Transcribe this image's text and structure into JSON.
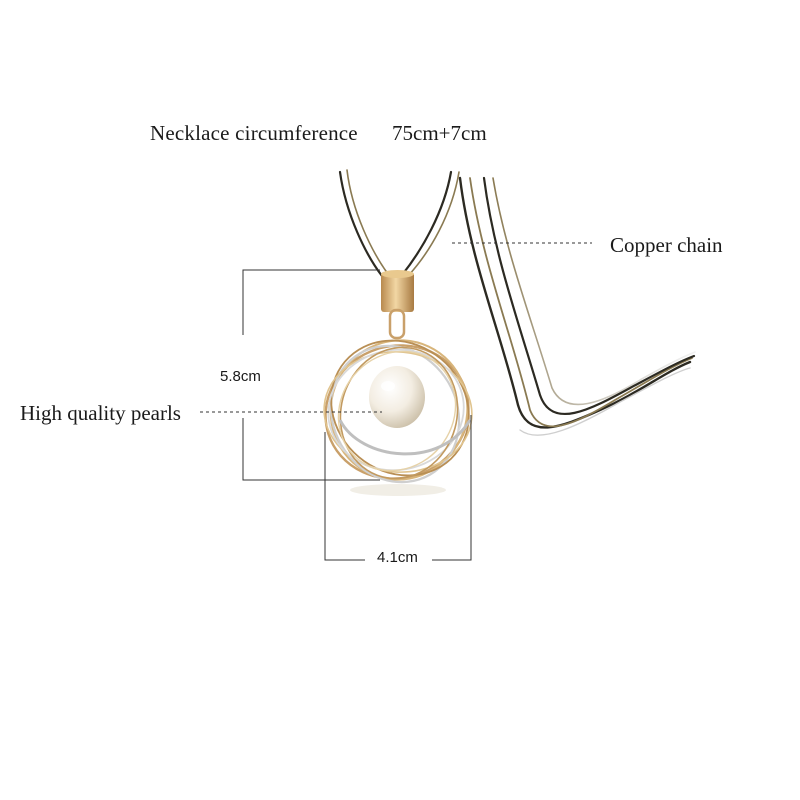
{
  "product": {
    "circumference_label": "Necklace circumference",
    "circumference_value": "75cm+7cm"
  },
  "callouts": {
    "chain": "Copper chain",
    "pearls": "High quality pearls"
  },
  "dimensions": {
    "height": "5.8cm",
    "width": "4.1cm"
  },
  "colors": {
    "gold": "#c9a06a",
    "silver": "#cfcfcf",
    "chain_dark": "#2c2a22",
    "chain_gold": "#8a7a52",
    "pearl": "#f3ede2",
    "guide_line": "#333333"
  }
}
